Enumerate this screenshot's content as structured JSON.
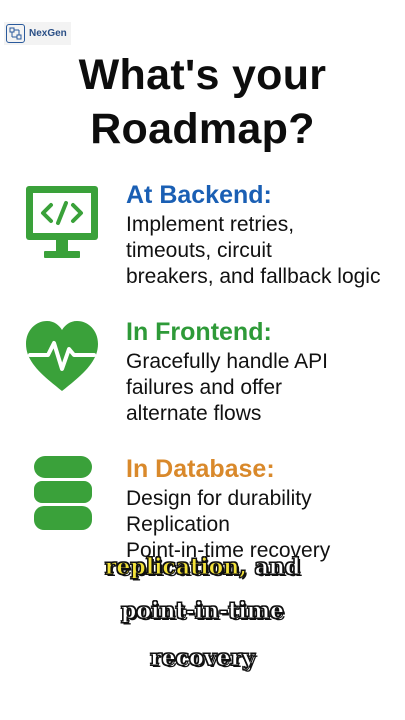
{
  "brand": {
    "name": "NexGen"
  },
  "title": {
    "line1": "What's your",
    "line2": "Roadmap?"
  },
  "sections": [
    {
      "heading": "At Backend:",
      "color": "#1a5fb4",
      "icon": "monitor-code-icon",
      "lines": [
        "Implement retries,",
        "timeouts, circuit",
        "breakers, and fallback logic"
      ]
    },
    {
      "heading": "In Frontend:",
      "color": "#2e9a38",
      "icon": "heart-pulse-icon",
      "lines": [
        "Gracefully handle API",
        "failures and offer",
        "alternate flows"
      ]
    },
    {
      "heading": "In Database:",
      "color": "#d9892b",
      "icon": "database-icon",
      "lines": [
        "Design for durability",
        "Replication",
        "Point-in-time recovery"
      ]
    }
  ],
  "captions": {
    "line1_highlight": "replication,",
    "line1_rest": " and",
    "line2": "point-in-time",
    "line3": "recovery"
  },
  "colors": {
    "icon_green": "#3aa13a"
  }
}
